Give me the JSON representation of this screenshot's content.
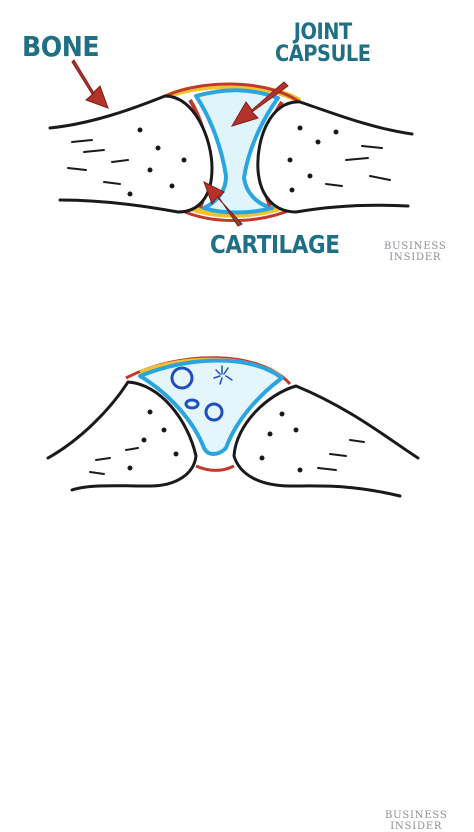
{
  "labels": {
    "bone": "BONE",
    "joint_line1": "JOINT",
    "joint_line2": "CAPSULE",
    "cartilage": "CARTILAGE"
  },
  "branding": {
    "top_line1": "BUSINESS",
    "top_line2": "INSIDER",
    "bottom_line1": "BUSINESS",
    "bottom_line2": "INSIDER"
  },
  "colors": {
    "label": "#1f6f86",
    "arrow": "#b5322b",
    "outline": "#1a1a1a",
    "capsule_red": "#c0392b",
    "fluid_blue": "#2aa5e0",
    "capsule_yellow": "#f2c12e",
    "branding": "#8a8f95"
  }
}
